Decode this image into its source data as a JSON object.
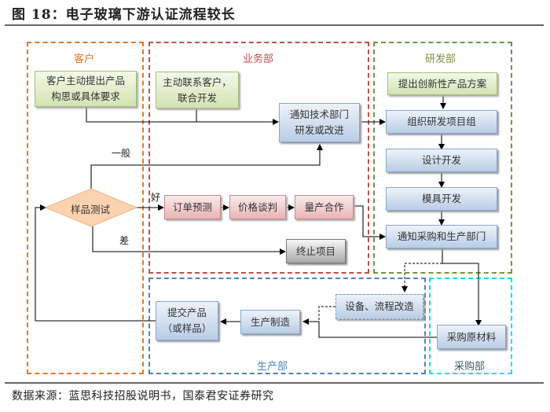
{
  "figure": {
    "title": "图 18：电子玻璃下游认证流程较长",
    "source": "数据来源：蓝思科技招股说明书，国泰君安证券研究"
  },
  "colors": {
    "customer_zone": "#e87722",
    "business_zone": "#c0504d",
    "rd_zone": "#77933c",
    "production_zone": "#4f81bd",
    "procurement_zone": "#00e5ee",
    "arrow": "#000000"
  },
  "zones": {
    "customer": "客户",
    "business": "业务部",
    "rd": "研发部",
    "production": "生产部",
    "procurement": "采购部"
  },
  "nodes": {
    "customer_request": "客户主动提出产品\n构思或具体要求",
    "sample_test": "样品测试",
    "contact_customer": "主动联系客户，\n联合开发",
    "notify_tech": "通知技术部门\n研发或改进",
    "order_forecast": "订单预测",
    "price_negotiation": "价格谈判",
    "mass_production": "量产合作",
    "terminate": "终止项目",
    "innovative_plan": "提出创新性产品方案",
    "organize_team": "组织研发项目组",
    "design_dev": "设计开发",
    "mold_dev": "模具开发",
    "notify_purchase_prod": "通知采购和生产部门",
    "equipment_process": "设备、流程改造",
    "manufacturing": "生产制造",
    "submit_product": "提交产品\n（或样品）",
    "purchase_materials": "采购原材料"
  },
  "edge_labels": {
    "general": "一般",
    "good": "好",
    "poor": "差"
  }
}
